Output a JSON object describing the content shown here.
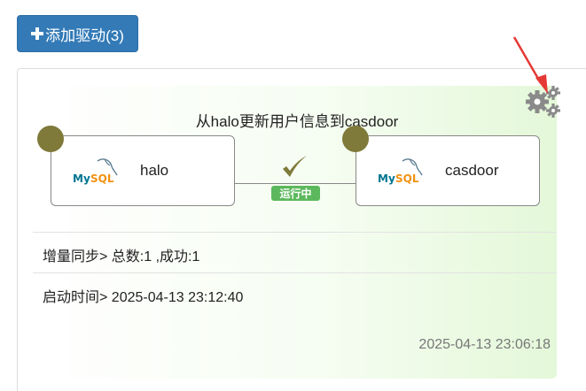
{
  "toolbar": {
    "add_driver_label": "添加驱动(3)"
  },
  "task": {
    "title": "从halo更新用户信息到casdoor",
    "source": {
      "name": "halo",
      "db_icon": "mysql-logo"
    },
    "target": {
      "name": "casdoor",
      "db_icon": "mysql-logo"
    },
    "status": "运行中",
    "sync_line": "增量同步> 总数:1 ,成功:1",
    "start_line": "启动时间> 2025-04-13 23:12:40",
    "updated_time": "2025-04-13 23:06:18"
  },
  "colors": {
    "primary": "#337ab7",
    "success": "#5cb85c",
    "node_dot": "#7f7a3a",
    "check": "#7f7a3a",
    "arrow": "#e53935"
  },
  "icons": [
    "plus-icon",
    "gear-icon",
    "check-icon",
    "mysql-logo"
  ]
}
